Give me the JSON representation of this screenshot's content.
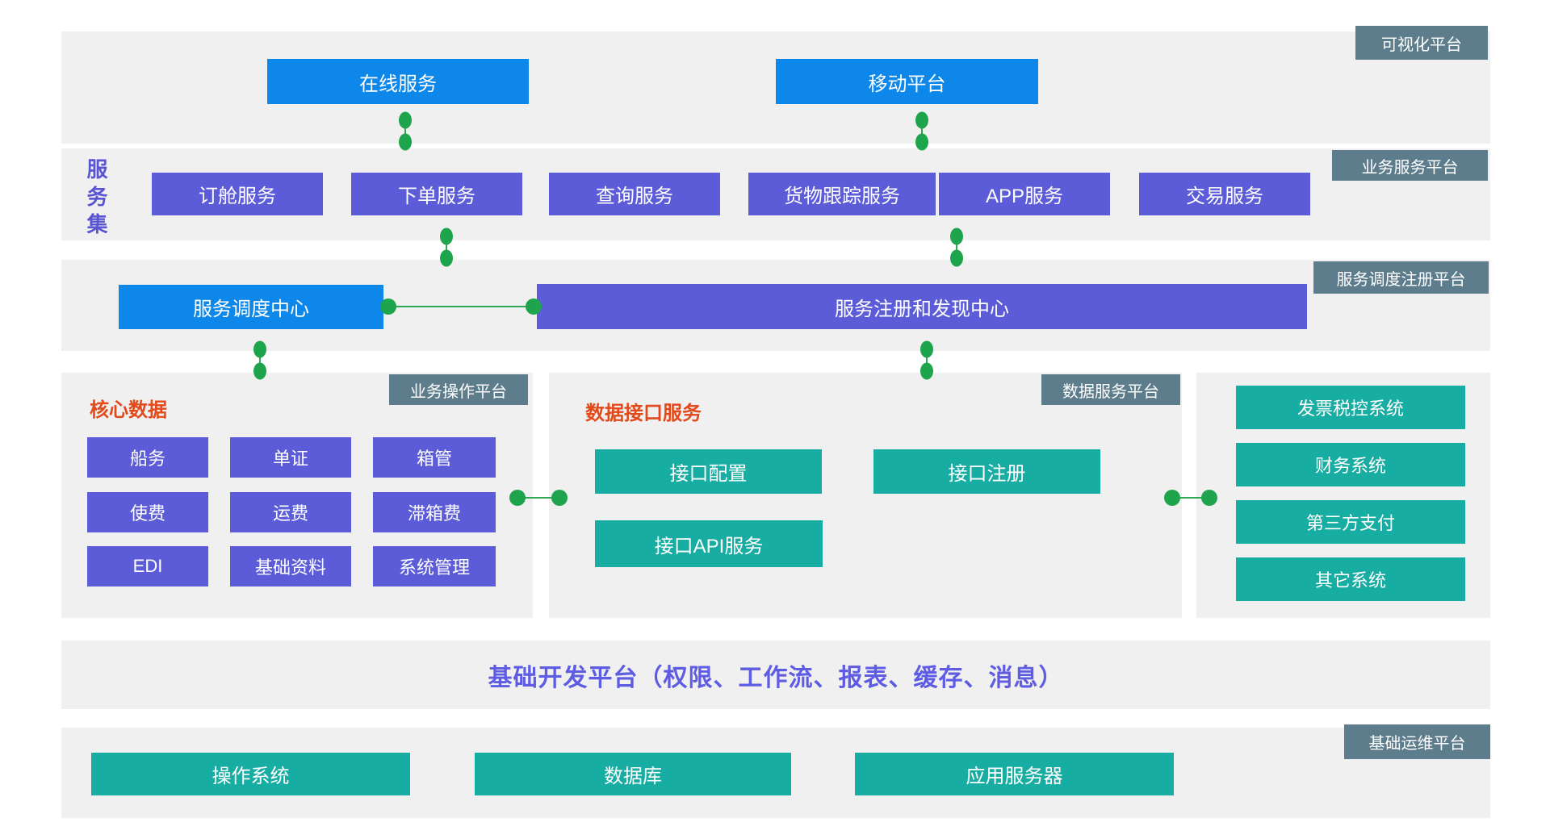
{
  "colors": {
    "band_background": "#f0f0f0",
    "blue_node": "#0d87e9",
    "purple_node": "#5c5cd9",
    "teal_node": "#17ada2",
    "slate_tag": "#5e7d8c",
    "connector_green": "#1ea44c",
    "orange_title": "#e2491b",
    "purple_text": "#5e5ce2"
  },
  "visualization_band": {
    "tag": "可视化平台",
    "online_service": "在线服务",
    "mobile_platform": "移动平台"
  },
  "business_service_band": {
    "tag": "业务服务平台",
    "group_label": "服务集",
    "services": [
      "订舱服务",
      "下单服务",
      "查询服务",
      "货物跟踪服务",
      "APP服务",
      "交易服务"
    ]
  },
  "dispatch_band": {
    "tag": "服务调度注册平台",
    "dispatch_center": "服务调度中心",
    "registry_center": "服务注册和发现中心"
  },
  "operation_panel": {
    "tag": "业务操作平台",
    "title": "核心数据",
    "modules": [
      "船务",
      "单证",
      "箱管",
      "使费",
      "运费",
      "滞箱费",
      "EDI",
      "基础资料",
      "系统管理"
    ]
  },
  "data_service_panel": {
    "tag": "数据服务平台",
    "title": "数据接口服务",
    "interface_config": "接口配置",
    "interface_registry": "接口注册",
    "interface_api": "接口API服务"
  },
  "external_panel": {
    "systems": [
      "发票税控系统",
      "财务系统",
      "第三方支付",
      "其它系统"
    ]
  },
  "dev_platform_band": {
    "text": "基础开发平台（权限、工作流、报表、缓存、消息）"
  },
  "ops_band": {
    "tag": "基础运维平台",
    "items": [
      "操作系统",
      "数据库",
      "应用服务器"
    ]
  }
}
